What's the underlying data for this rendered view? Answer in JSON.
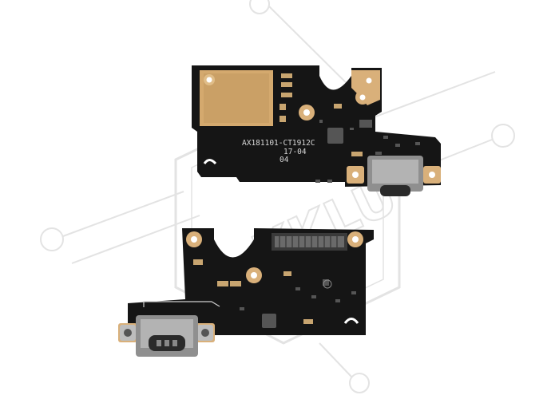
{
  "colors": {
    "background": "#ffffff",
    "pcb": "#141414",
    "gold_pad": "#d9b07a",
    "silkscreen": "#d8d8d8",
    "watermark": "#e6e6e6",
    "connector_metal": "#a9a9a9"
  },
  "watermark": {
    "text": "KKLU"
  },
  "board_top": {
    "silkscreen_part": "AX181101-CT1912C",
    "silkscreen_date": "17-04",
    "silkscreen_rev": "04"
  }
}
